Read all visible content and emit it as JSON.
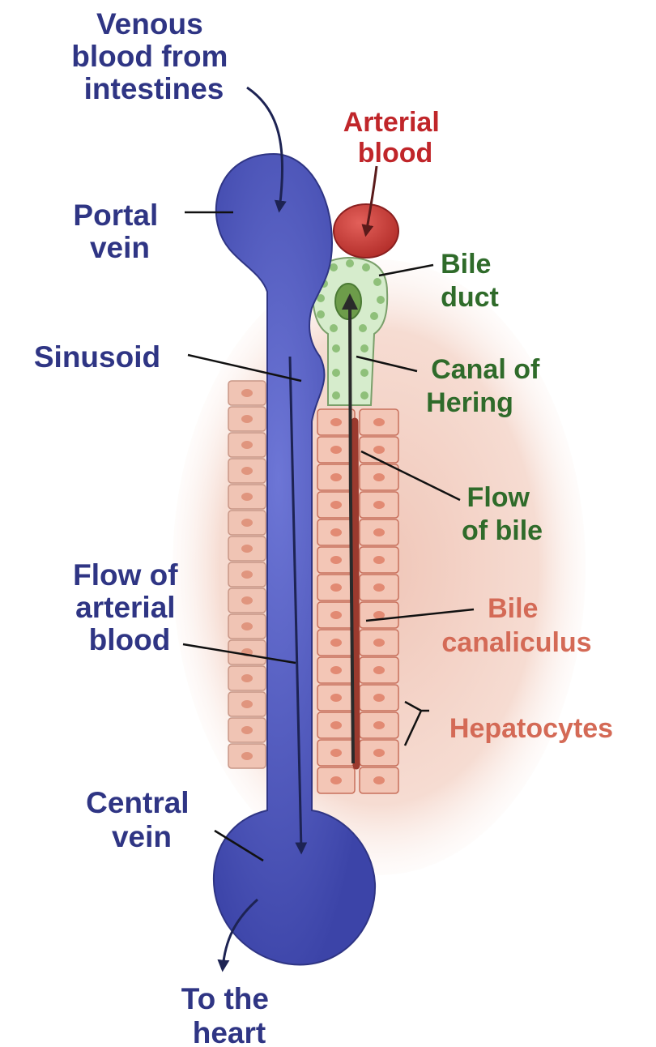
{
  "colors": {
    "venous": "#3a3f9e",
    "venous_fill": "#5a63c8",
    "arterial": "#c0262a",
    "biliary": "#2f6b2a",
    "hepatocyte": "#c8705c",
    "tissue": "#f5d9cf"
  },
  "labels": {
    "venous_from_intestines": [
      "Venous",
      "blood from",
      "intestines"
    ],
    "arterial_blood": [
      "Arterial",
      "blood"
    ],
    "portal_vein": [
      "Portal",
      "vein"
    ],
    "bile_duct": [
      "Bile",
      "duct"
    ],
    "sinusoid": [
      "Sinusoid"
    ],
    "canal_of_hering": [
      "Canal of",
      "Hering"
    ],
    "flow_of_bile": [
      "Flow",
      "of bile"
    ],
    "flow_of_arterial_blood": [
      "Flow of",
      "arterial",
      "blood"
    ],
    "bile_canaliculus": [
      "Bile",
      "canaliculus"
    ],
    "hepatocytes": [
      "Hepatocytes"
    ],
    "central_vein": [
      "Central",
      "vein"
    ],
    "to_the_heart": [
      "To the",
      "heart"
    ]
  }
}
